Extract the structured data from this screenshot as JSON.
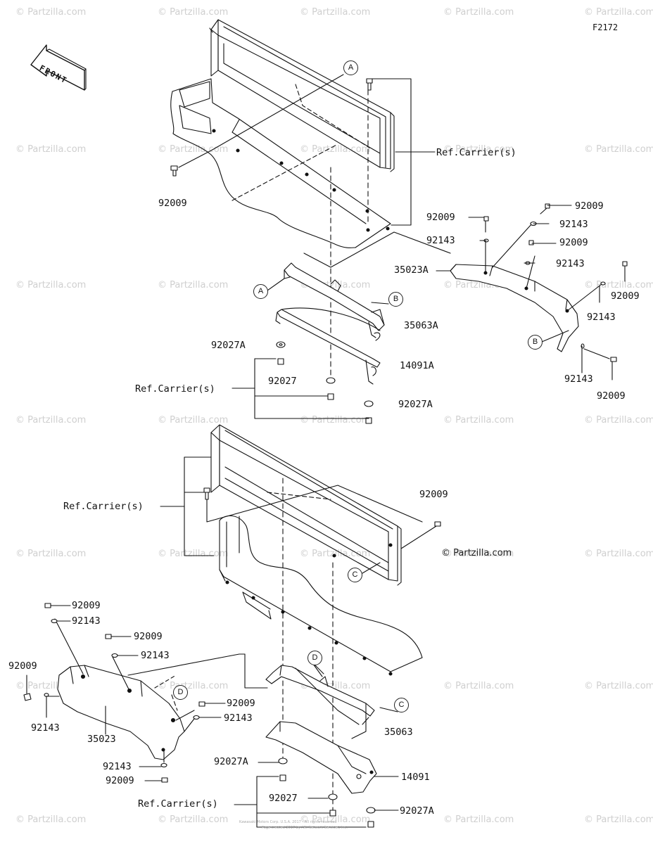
{
  "diagram_code": "F2172",
  "front_label": "FRONT",
  "watermark": "© Partzilla.com",
  "brand": "© Partzilla.com",
  "footer": {
    "line1": "Kawasaki Motors Corp. U.S.A. 2017 - All rights reserved",
    "line2": "Page created 2017 by ARI Network Services, Inc."
  },
  "callouts": {
    "a": "A",
    "b": "B",
    "c": "C",
    "d": "D"
  },
  "parts": {
    "p92009": "92009",
    "p92143": "92143",
    "p92027": "92027",
    "p92027A": "92027A",
    "p35023": "35023",
    "p35023A": "35023A",
    "p35063": "35063",
    "p35063A": "35063A",
    "p14091": "14091",
    "p14091A": "14091A",
    "ref": "Ref.Carrier(s)"
  }
}
